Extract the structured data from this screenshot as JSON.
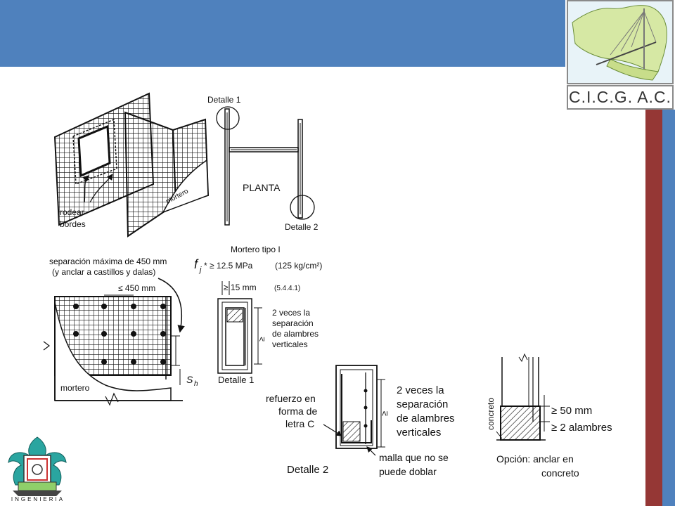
{
  "header": {
    "logo_label": "C.I.C.G. A.C.",
    "logo_icon": "map-bridge-icon"
  },
  "colors": {
    "header_blue": "#4f81bd",
    "side_red": "#953735"
  },
  "diagram": {
    "iso": {
      "label_rodear": [
        "rodear",
        "bordes"
      ],
      "label_mortero": "mortero"
    },
    "plan": {
      "label_detalle1": "Detalle 1",
      "label_planta": "PLANTA",
      "label_detalle2": "Detalle 2"
    },
    "elevation": {
      "label_sep": [
        "separación máxima de 450 mm",
        "(y anclar a castillos y dalas)"
      ],
      "label_450": "≤ 450 mm",
      "label_sh": "S",
      "label_sh_sub": "h",
      "label_mortero": "mortero"
    },
    "detalle1": {
      "title": "Mortero tipo I",
      "fj_main": "f",
      "fj_sub": "j",
      "fj_rest": "* ≥ 12.5 MPa",
      "fj_alt": "(125 kg/cm²)",
      "ge15": "≥ 15 mm",
      "ref": "(5.4.4.1)",
      "veces": [
        "2 veces la",
        "separación",
        "de alambres",
        "verticales"
      ],
      "ge_symbol": "≥",
      "caption": "Detalle 1"
    },
    "detalle2": {
      "refuerzo": [
        "refuerzo en",
        "forma de",
        "letra C"
      ],
      "veces": [
        "2 veces la",
        "separación",
        "de alambres",
        "verticales"
      ],
      "ge_symbol": "≥",
      "malla": [
        "malla que no se",
        "puede doblar"
      ],
      "caption": "Detalle 2"
    },
    "opcion": {
      "concreto": "concreto",
      "ge50": "≥ 50 mm",
      "ge2": "≥ 2 alambres",
      "caption": [
        "Opción: anclar en",
        "concreto"
      ]
    }
  },
  "footer": {
    "emblem_text": "INGENIERIA",
    "emblem_icon": "eagle-emblem-icon"
  }
}
